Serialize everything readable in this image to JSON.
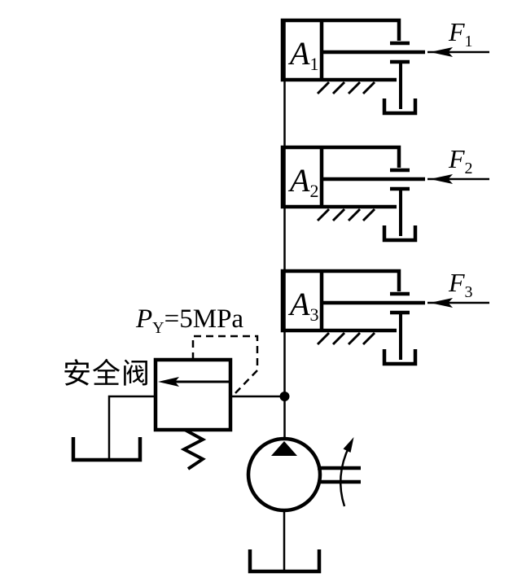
{
  "colors": {
    "line": "#000000",
    "background": "#ffffff"
  },
  "cylinders": [
    {
      "area_symbol": "A",
      "area_subscript": "1",
      "force_symbol": "F",
      "force_subscript": "1"
    },
    {
      "area_symbol": "A",
      "area_subscript": "2",
      "force_symbol": "F",
      "force_subscript": "2"
    },
    {
      "area_symbol": "A",
      "area_subscript": "3",
      "force_symbol": "F",
      "force_subscript": "3"
    }
  ],
  "relief_valve": {
    "name": "安全阀",
    "pressure_symbol": "P",
    "pressure_subscript": "Y",
    "pressure_value": "=5MPa"
  }
}
